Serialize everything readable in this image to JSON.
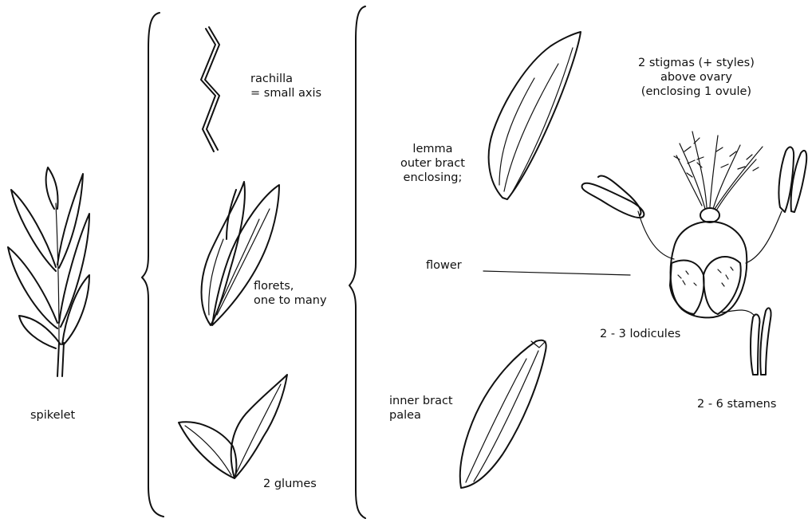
{
  "labels": {
    "spikelet": "spikelet",
    "rachilla": [
      "rachilla",
      "= small axis"
    ],
    "florets": [
      "florets,",
      "one to many"
    ],
    "glumes": "2 glumes",
    "lemma": [
      "lemma",
      "outer bract",
      "enclosing;"
    ],
    "flower": "flower",
    "palea": [
      "inner bract",
      "palea"
    ],
    "stigmas": [
      "2 stigmas (+ styles)",
      "above ovary",
      "(enclosing 1 ovule)"
    ],
    "lodicules": "2 - 3 lodicules",
    "stamens": "2 - 6 stamens"
  }
}
